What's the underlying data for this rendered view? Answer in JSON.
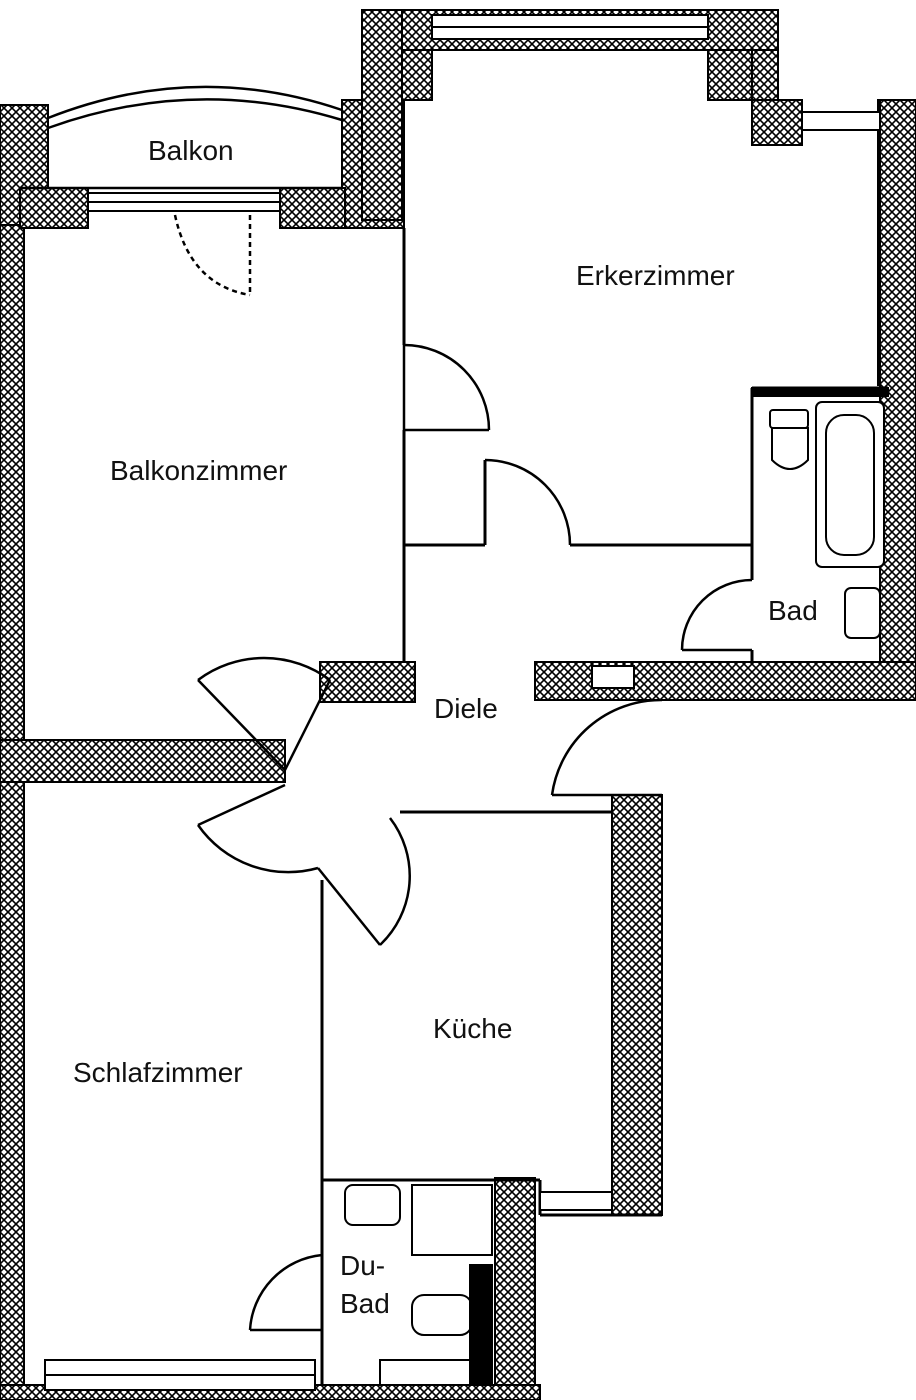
{
  "rooms": {
    "balkon": "Balkon",
    "erkerzimmer": "Erkerzimmer",
    "balkonzimmer": "Balkonzimmer",
    "bad": "Bad",
    "diele": "Diele",
    "kueche": "Küche",
    "schlafzimmer": "Schlafzimmer",
    "dubad_line1": "Du-",
    "dubad_line2": "Bad"
  },
  "colors": {
    "wall": "#000000",
    "background": "#ffffff"
  }
}
